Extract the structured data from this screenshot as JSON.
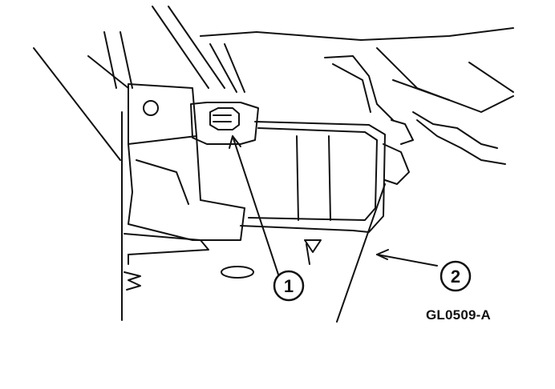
{
  "figure": {
    "figure_id": "GL0509-A",
    "callouts": [
      {
        "number": "1",
        "target": "bolt"
      },
      {
        "number": "2",
        "target": "bracket"
      }
    ],
    "colors": {
      "line": "#111111",
      "background": "#ffffff"
    }
  }
}
